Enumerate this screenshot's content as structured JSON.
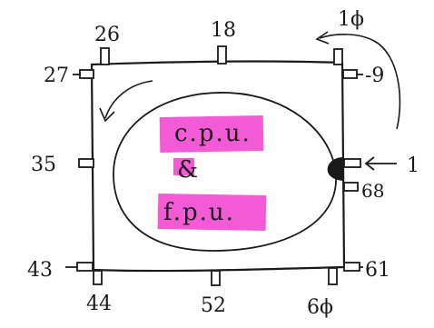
{
  "chip": {
    "line1": "c.p.u.",
    "line2": "&",
    "line3": "f.p.u.",
    "highlight_color": "#f25ad6"
  },
  "pins": {
    "top_left": "26",
    "top_mid": "18",
    "top_right": "1ϕ",
    "right_top": "-9",
    "right_mid": "1",
    "right_lower": "68",
    "left_top": "27",
    "left_mid": "35",
    "left_bottom": "43",
    "bottom_left": "44",
    "bottom_mid": "52",
    "bottom_right": "6ϕ",
    "right_bottom": "61"
  },
  "colors": {
    "ink": "#1a1a1a",
    "background": "#ffffff"
  }
}
